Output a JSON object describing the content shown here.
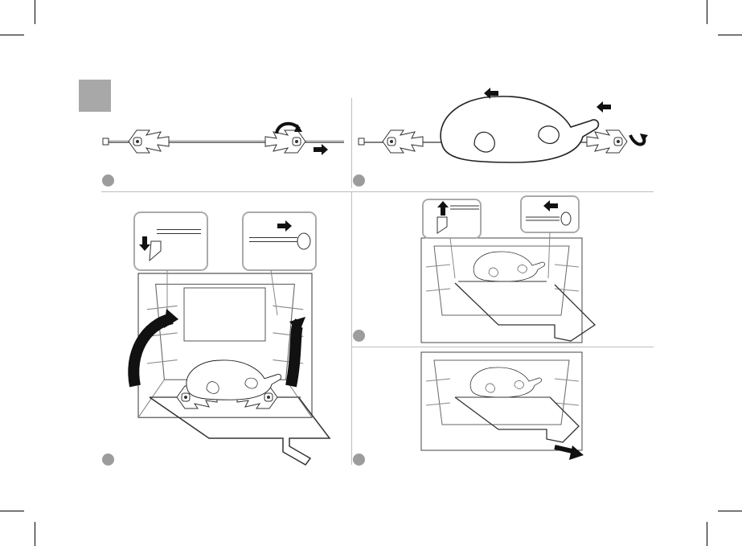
{
  "page": {
    "title": "",
    "section_tab_color": "#a8a8a8",
    "badge_color": "#9c9c9c",
    "line_color": "#333333"
  },
  "steps": [
    {
      "id": "step-1",
      "label": "",
      "panel": "rotisserie-spit-forks-assembly"
    },
    {
      "id": "step-2",
      "label": "",
      "panel": "mount-poultry-on-spit"
    },
    {
      "id": "step-3",
      "label": "",
      "panel": "insert-spit-into-oven"
    },
    {
      "id": "step-4",
      "label": "",
      "panel": "detach-handle-lock"
    },
    {
      "id": "step-5",
      "label": "",
      "panel": "remove-spit-from-oven"
    }
  ],
  "icons": {
    "arrow_right": "arrow-right-icon",
    "arrow_left": "arrow-left-icon",
    "arrow_up": "arrow-up-icon",
    "arrow_down": "arrow-down-icon",
    "curved_arrow": "curved-arrow-icon",
    "rotate_arrow": "rotate-arrow-icon"
  }
}
